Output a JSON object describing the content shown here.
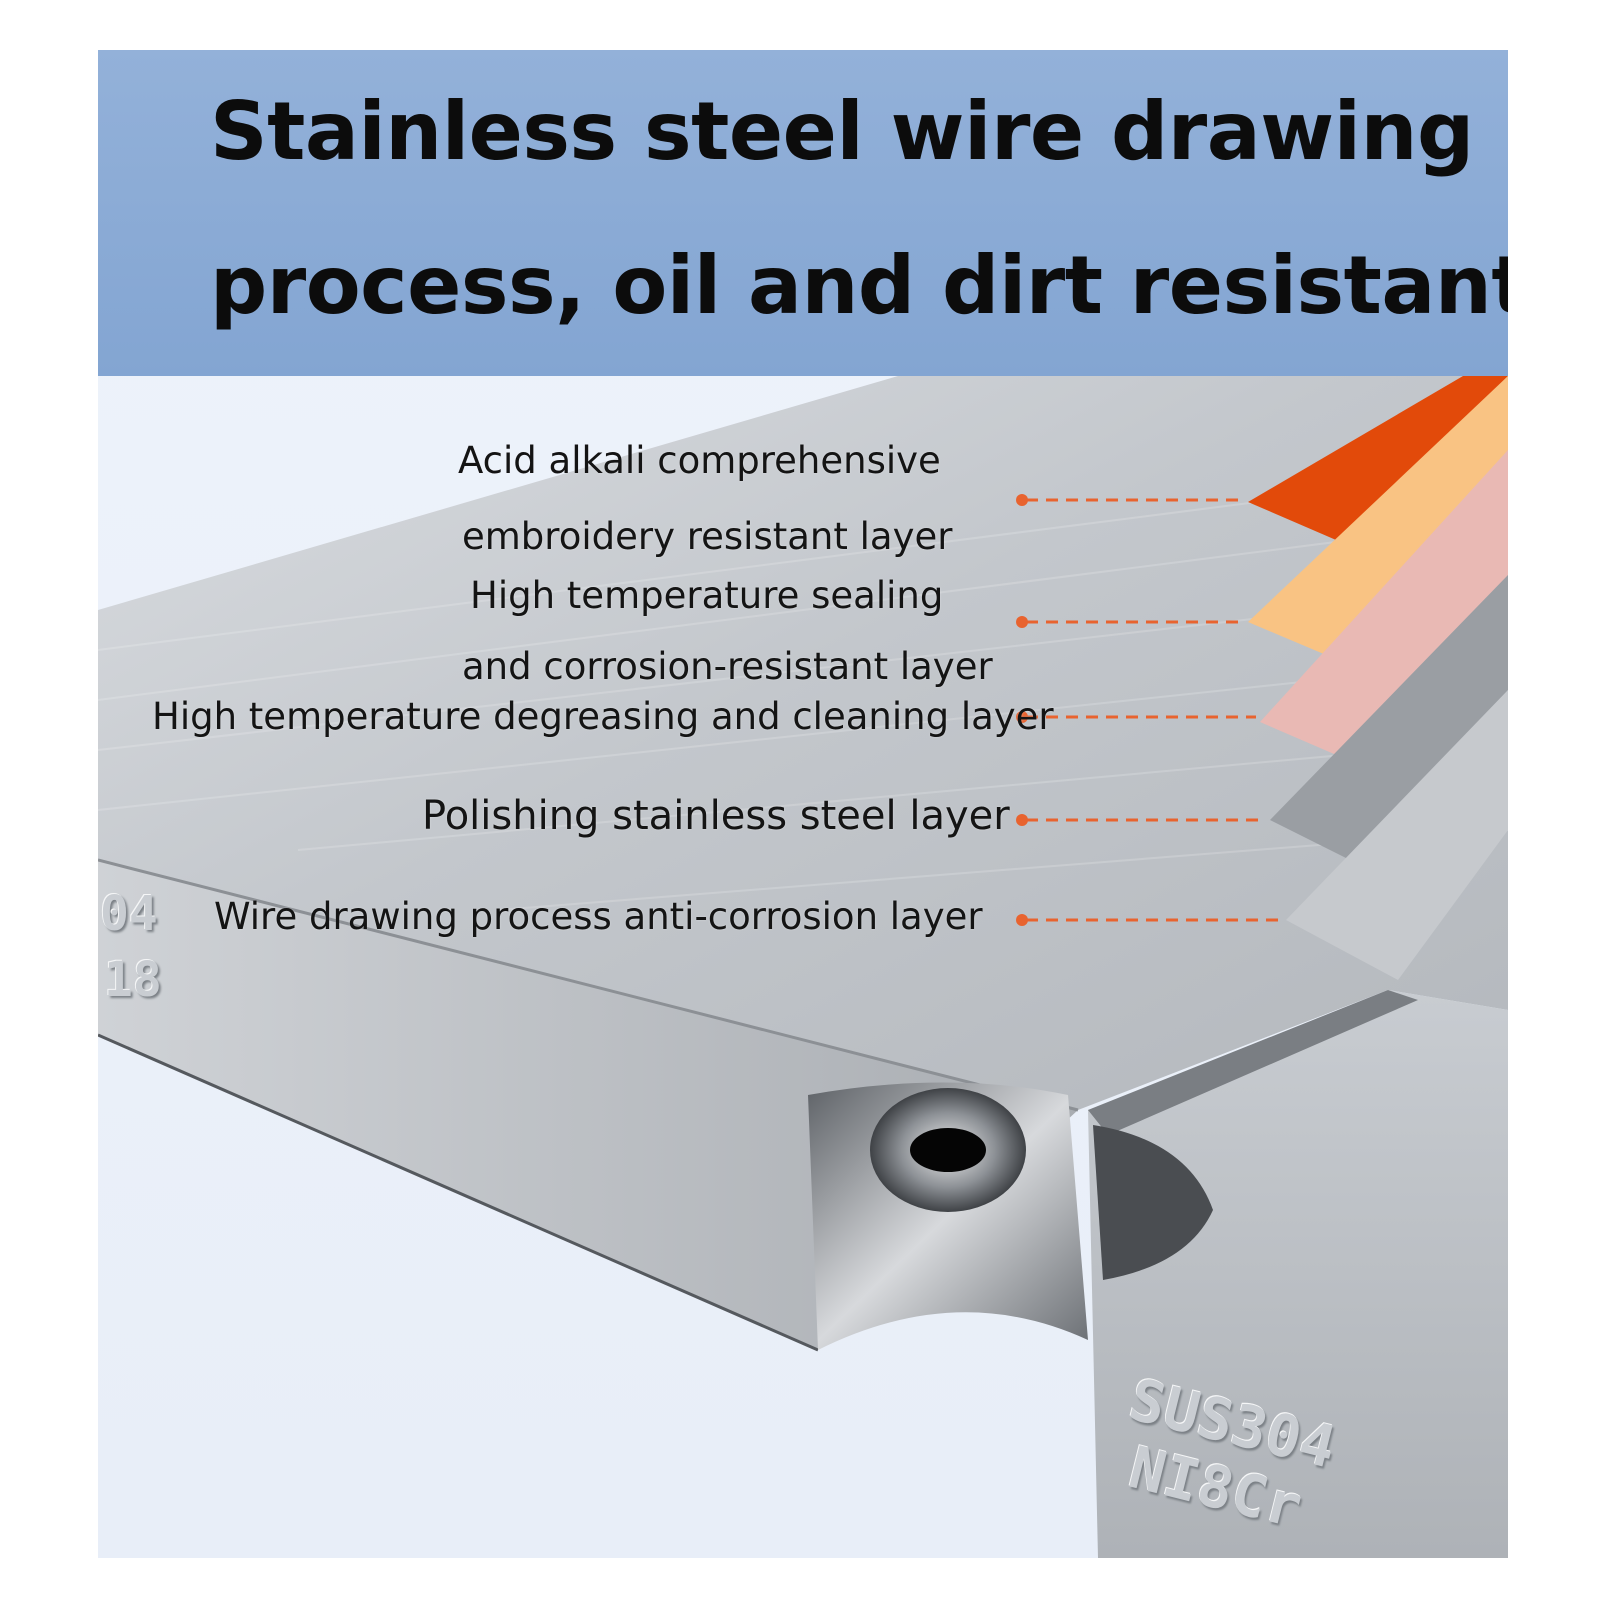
{
  "banner": {
    "title_line_1": "Stainless steel wire drawing",
    "title_line_2": "process, oil and dirt resistant"
  },
  "layers": [
    {
      "line_1": "Acid alkali comprehensive",
      "line_2": "embroidery resistant layer",
      "color": "#e24a0a"
    },
    {
      "line_1": "High temperature sealing",
      "line_2": "and corrosion-resistant layer",
      "color": "#f9c383"
    },
    {
      "line_1": "High temperature degreasing and cleaning layer",
      "color": "#e9b9b4"
    },
    {
      "line_1": "Polishing stainless steel layer",
      "color": "#9a9ea3"
    },
    {
      "line_1": "Wire drawing process anti-corrosion layer",
      "color": "#c6c9cd"
    }
  ],
  "leader_color": "#e8632f",
  "engraving": {
    "left_line_1": "04",
    "left_line_2": "18",
    "right_line_1": "SUS304",
    "right_line_2": "NI8Cr"
  }
}
